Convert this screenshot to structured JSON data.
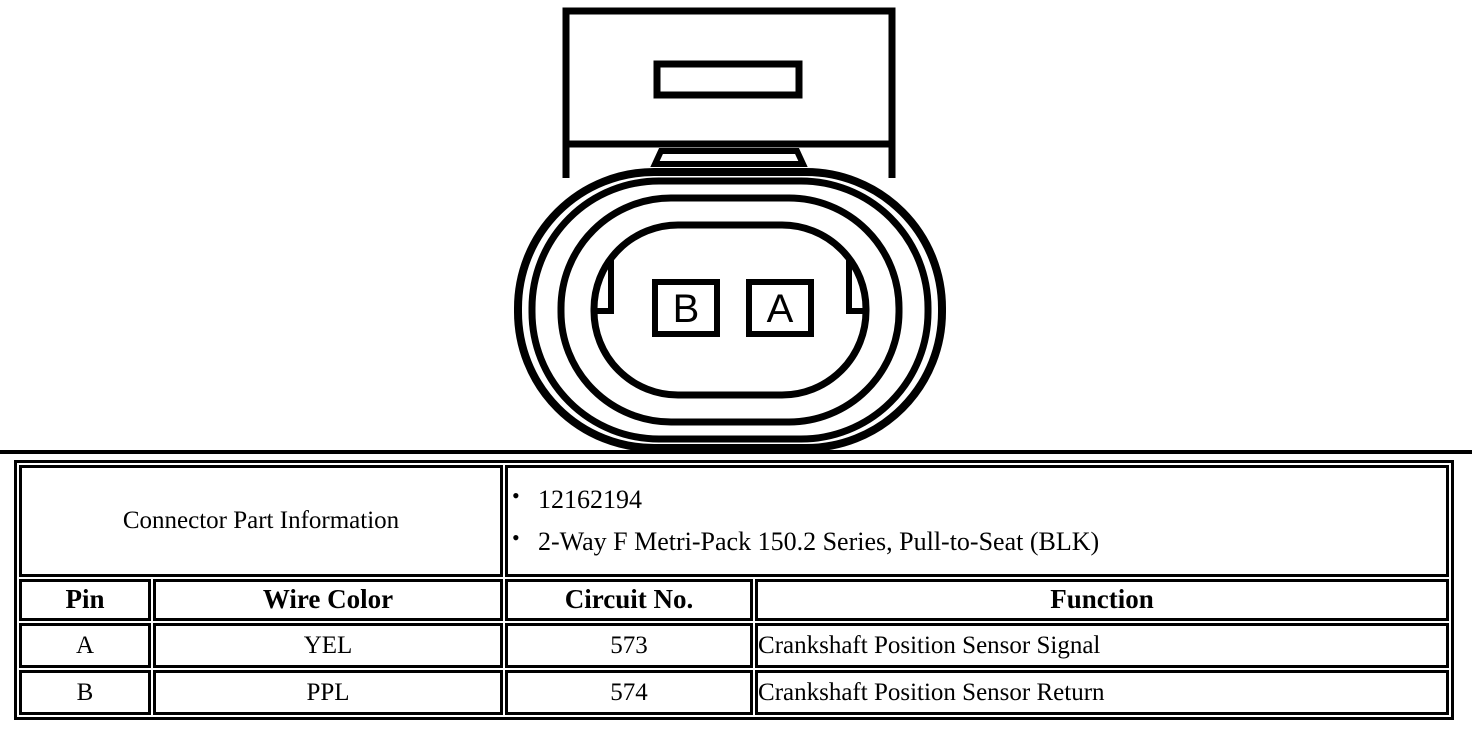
{
  "figure": {
    "title": "connector-face-view",
    "terminal_labels": [
      "B",
      "A"
    ],
    "cavity_count": 2,
    "line_color": "#000000"
  },
  "table": {
    "connector_part_information": {
      "label": "Connector Part Information",
      "bullet_glyph": "•",
      "items": [
        "12162194",
        "2-Way F Metri-Pack 150.2 Series, Pull-to-Seat (BLK)"
      ]
    },
    "columns": [
      "Pin",
      "Wire Color",
      "Circuit No.",
      "Function"
    ],
    "rows": [
      {
        "pin": "A",
        "wire_color": "YEL",
        "circuit_no": "573",
        "function": "Crankshaft Position Sensor Signal"
      },
      {
        "pin": "B",
        "wire_color": "PPL",
        "circuit_no": "574",
        "function": "Crankshaft Position Sensor Return"
      }
    ]
  }
}
